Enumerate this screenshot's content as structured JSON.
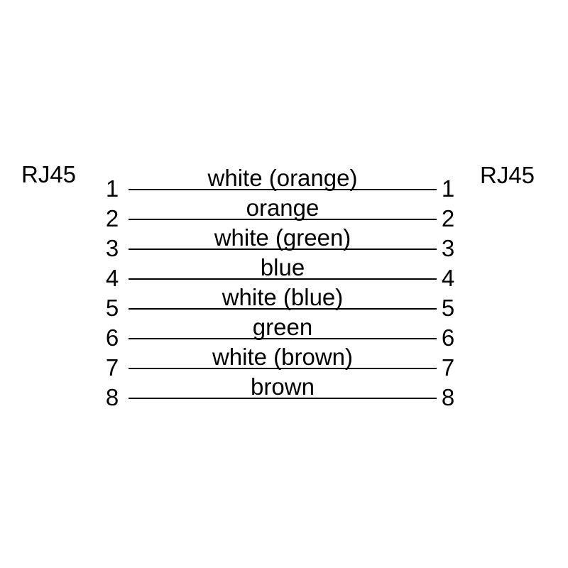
{
  "diagram": {
    "type": "rj45-pinout-wiring-diagram",
    "left_connector": {
      "label": "RJ45"
    },
    "right_connector": {
      "label": "RJ45"
    },
    "rows": [
      {
        "left_pin": "1",
        "right_pin": "1",
        "color": "white (orange)"
      },
      {
        "left_pin": "2",
        "right_pin": "2",
        "color": "orange"
      },
      {
        "left_pin": "3",
        "right_pin": "3",
        "color": "white (green)"
      },
      {
        "left_pin": "4",
        "right_pin": "4",
        "color": "blue"
      },
      {
        "left_pin": "5",
        "right_pin": "5",
        "color": "white (blue)"
      },
      {
        "left_pin": "6",
        "right_pin": "6",
        "color": "green"
      },
      {
        "left_pin": "7",
        "right_pin": "7",
        "color": "white (brown)"
      },
      {
        "left_pin": "8",
        "right_pin": "8",
        "color": "brown"
      }
    ],
    "style": {
      "background": "#ffffff",
      "line_color": "#000000",
      "text_color": "#000000"
    }
  }
}
